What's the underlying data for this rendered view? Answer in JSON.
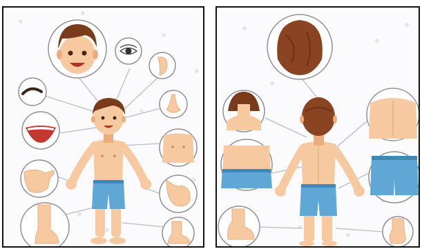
{
  "colors": {
    "skin": "#f6c9a0",
    "skin_shade": "#e9ad80",
    "hair": "#7a3b1c",
    "shorts": "#5fa8d6",
    "shorts_dark": "#3f87b8",
    "circle_border": "#8e9096",
    "connector": "#b8bcc4",
    "panel_border": "#111111",
    "background": "#fbfbfd"
  },
  "panels": [
    {
      "id": "front-view",
      "figure": "boy-front",
      "callouts": [
        "face-icon",
        "eye-icon",
        "ear-icon",
        "eyebrow-icon",
        "nose-icon",
        "mouth-icon",
        "chest-icon",
        "hand-icon",
        "arm-icon",
        "leg-icon",
        "foot-icon"
      ]
    },
    {
      "id": "back-view",
      "figure": "boy-back",
      "callouts": [
        "back-of-head-icon",
        "neck-icon",
        "upper-back-icon",
        "lower-back-icon",
        "buttocks-icon",
        "heel-foot-icon",
        "ankle-icon"
      ]
    }
  ]
}
